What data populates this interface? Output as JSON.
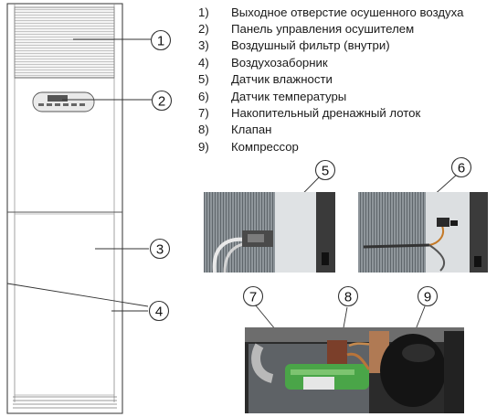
{
  "legend": [
    {
      "num": "1)",
      "text": "Выходное отверстие осушенного воздуха"
    },
    {
      "num": "2)",
      "text": "Панель управления осушителем"
    },
    {
      "num": "3)",
      "text": "Воздушный фильтр (внутри)"
    },
    {
      "num": "4)",
      "text": "Воздухозаборник"
    },
    {
      "num": "5)",
      "text": "Датчик влажности"
    },
    {
      "num": "6)",
      "text": "Датчик температуры"
    },
    {
      "num": "7)",
      "text": "Накопительный дренажный лоток"
    },
    {
      "num": "8)",
      "text": "Клапан"
    },
    {
      "num": "9)",
      "text": "Компрессор"
    }
  ],
  "callouts": {
    "c1": "1",
    "c2": "2",
    "c3": "3",
    "c4": "4",
    "c5": "5",
    "c6": "6",
    "c7": "7",
    "c8": "8",
    "c9": "9"
  },
  "colors": {
    "outline": "#444444",
    "metal": "#cfd3d6",
    "green_tray": "#4aa548",
    "copper": "#b8743a",
    "dark": "#1c1c1c"
  }
}
